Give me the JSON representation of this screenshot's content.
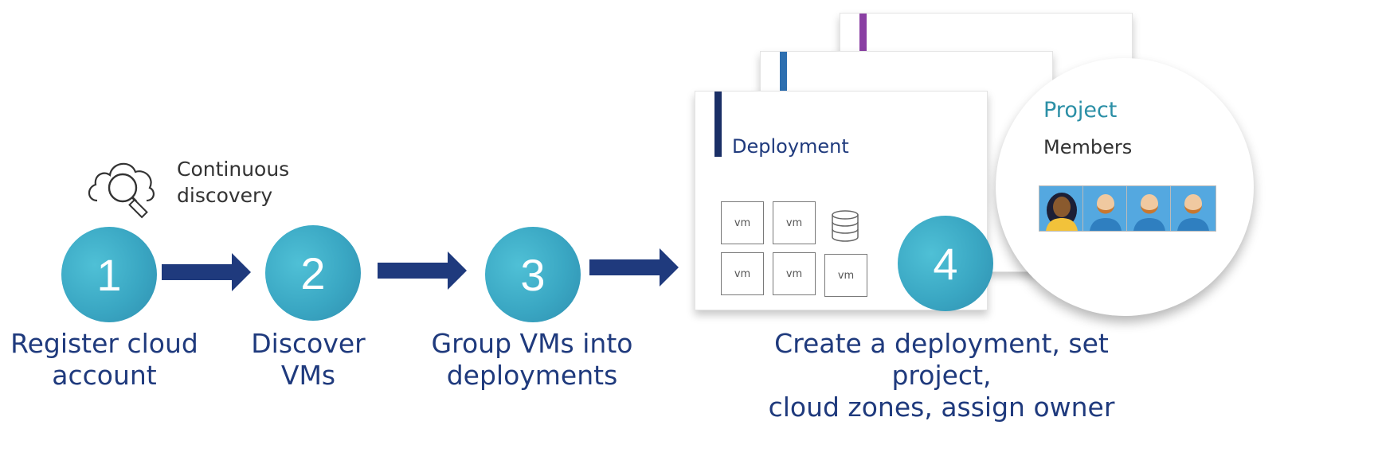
{
  "discovery": {
    "label_line1": "Continuous",
    "label_line2": "discovery",
    "icon": "cloud-search-icon"
  },
  "steps": [
    {
      "number": "1",
      "caption_line1": "Register cloud",
      "caption_line2": "account"
    },
    {
      "number": "2",
      "caption_line1": "Discover",
      "caption_line2": "VMs"
    },
    {
      "number": "3",
      "caption_line1": "Group VMs into",
      "caption_line2": "deployments"
    },
    {
      "number": "4",
      "caption_line1": "Create a deployment, set project,",
      "caption_line2": "cloud zones, assign owner"
    }
  ],
  "deployment_card": {
    "title": "Deployment",
    "vm_label": "vm",
    "database_icon": "database-icon"
  },
  "project_panel": {
    "title": "Project",
    "members_label": "Members"
  },
  "colors": {
    "step_circle": "#3aa7c3",
    "arrow": "#1f3a7d",
    "caption_text": "#1f3a7d",
    "project_title": "#2b8fa6",
    "card_bar_front": "#1a2f66",
    "card_bar_middle": "#2d6fb0",
    "card_bar_back": "#8a3fa3"
  }
}
